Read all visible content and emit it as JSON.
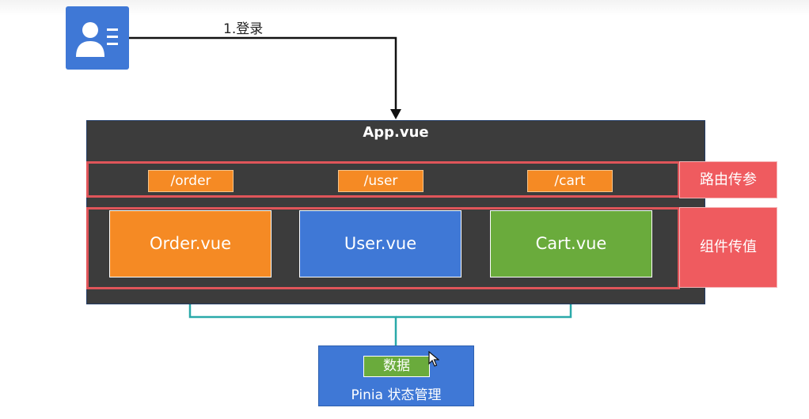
{
  "labels": {
    "login_step": "1.登录",
    "app": "App.vue",
    "route_param": "路由传参",
    "component_value": "组件传值",
    "data": "数据",
    "pinia": "Pinia 状态管理"
  },
  "routes": [
    "/order",
    "/user",
    "/cart"
  ],
  "components": [
    "Order.vue",
    "User.vue",
    "Cart.vue"
  ],
  "colors": {
    "orange": "#f58a24",
    "blue": "#3f78d6",
    "green": "#6aab3c",
    "red": "#ef5b5f",
    "dark": "#3c3c3c",
    "teal": "#2aa9a9"
  },
  "icons": [
    "user-card-icon",
    "cursor-icon"
  ]
}
